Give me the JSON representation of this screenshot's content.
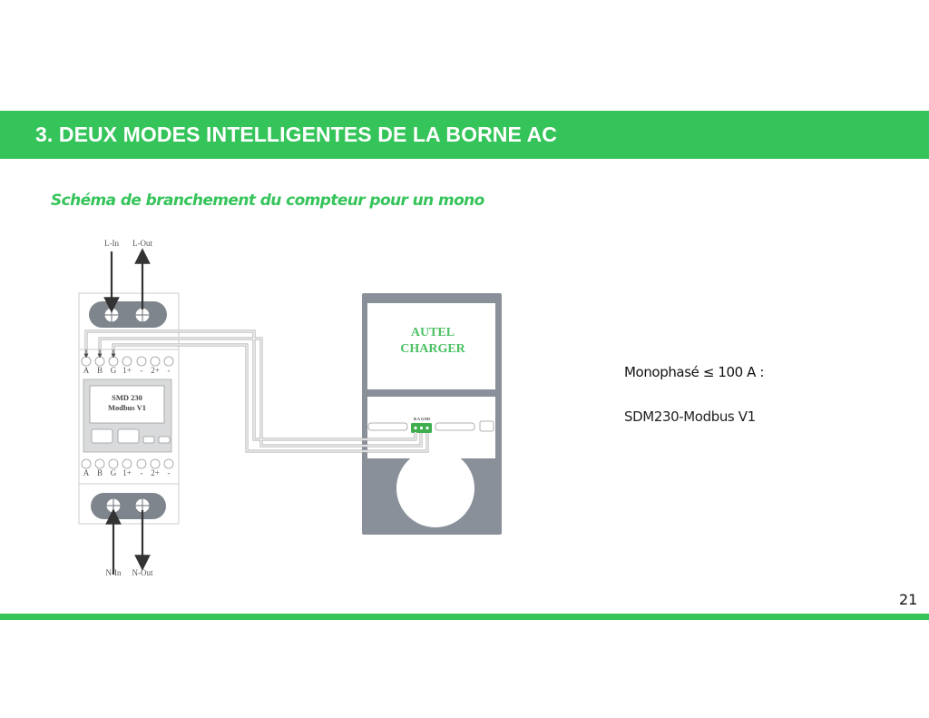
{
  "header": {
    "title": "3. DEUX MODES INTELLIGENTES DE LA BORNE AC"
  },
  "subtitle": "Schéma de branchement du compteur pour un mono",
  "diagram": {
    "top_labels": [
      "L-In",
      "L-Out"
    ],
    "bottom_labels": [
      "N-In",
      "N-Out"
    ],
    "terminal_labels": [
      "A",
      "B",
      "G",
      "1+",
      "-",
      "2+",
      "-"
    ],
    "meter_screen": [
      "SMD 230",
      "Modbus V1"
    ],
    "charger_text": [
      "AUTEL",
      "CHARGER"
    ],
    "connector_label": "B  A GND",
    "accent_color": "#35c45a"
  },
  "info": {
    "title": "Monophasé ≤ 100 A :",
    "model": "SDM230-Modbus V1"
  },
  "footer": {
    "page_number": "21"
  }
}
